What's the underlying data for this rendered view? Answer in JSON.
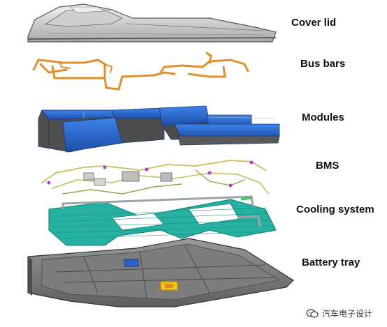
{
  "labels": {
    "cover": "Cover lid",
    "bus": "Bus bars",
    "modules": "Modules",
    "bms": "BMS",
    "cooling": "Cooling system",
    "tray": "Battery tray"
  },
  "watermark": {
    "text": "汽车电子设计",
    "icon": "wechat-icon"
  },
  "colors": {
    "cover": "#d9d9d9",
    "bus": "#e08f2a",
    "modules": "#2e6fd6",
    "bms": "#c9c56a",
    "cooling": "#1fa89a",
    "tray": "#8c8c8c",
    "tray_accent_blue": "#2a62c9",
    "tray_accent_yellow": "#f0c419"
  }
}
